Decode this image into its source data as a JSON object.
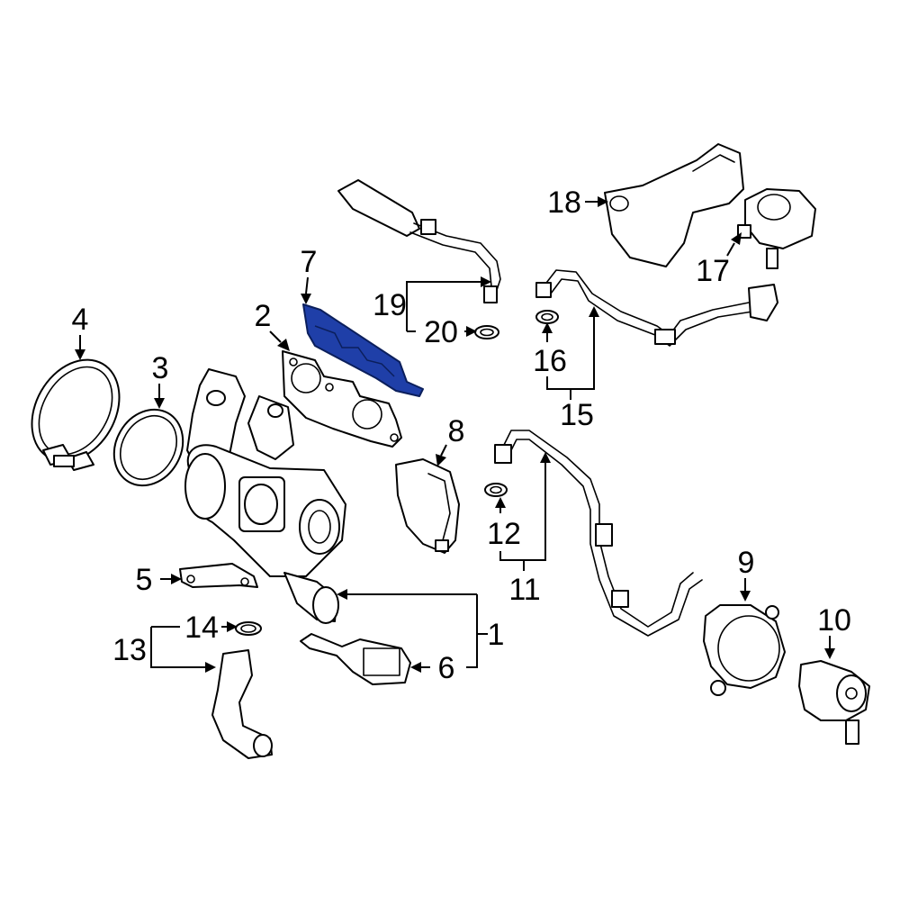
{
  "colors": {
    "line": "#000000",
    "background": "#ffffff",
    "highlight": "#1f3fa8"
  },
  "highlighted_part": "7",
  "callouts": {
    "c1": "1",
    "c2": "2",
    "c3": "3",
    "c4": "4",
    "c5": "5",
    "c6": "6",
    "c7": "7",
    "c8": "8",
    "c9": "9",
    "c10": "10",
    "c11": "11",
    "c12": "12",
    "c13": "13",
    "c14": "14",
    "c15": "15",
    "c16": "16",
    "c17": "17",
    "c18": "18",
    "c19": "19",
    "c20": "20"
  }
}
